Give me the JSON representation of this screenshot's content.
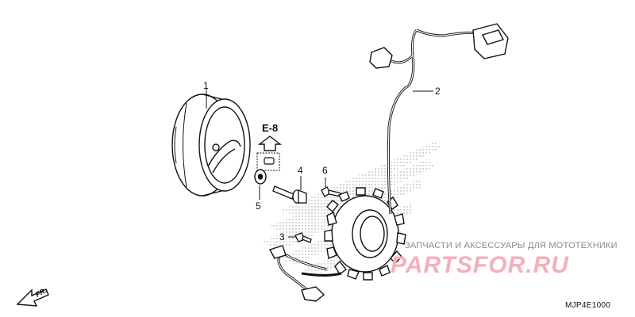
{
  "diagram": {
    "callouts": [
      {
        "id": "1",
        "part": "flywheel"
      },
      {
        "id": "2",
        "part": "stator-wiring-harness"
      },
      {
        "id": "3",
        "part": "small-bolt"
      },
      {
        "id": "4",
        "part": "flange-bolt"
      },
      {
        "id": "5",
        "part": "washer"
      },
      {
        "id": "6",
        "part": "stator-bolt"
      }
    ],
    "reference": "E-8",
    "direction_label": "FR.",
    "drawing_code": "MJP4E1000"
  },
  "watermark": {
    "tagline": "ЗАПЧАСТИ И АКСЕССУАРЫ ДЛЯ МОТОТЕХНИКИ",
    "logo": "PARTSFOR.RU",
    "colors": {
      "logo": "#f4b0b8",
      "tagline": "#8a8a8a"
    }
  }
}
